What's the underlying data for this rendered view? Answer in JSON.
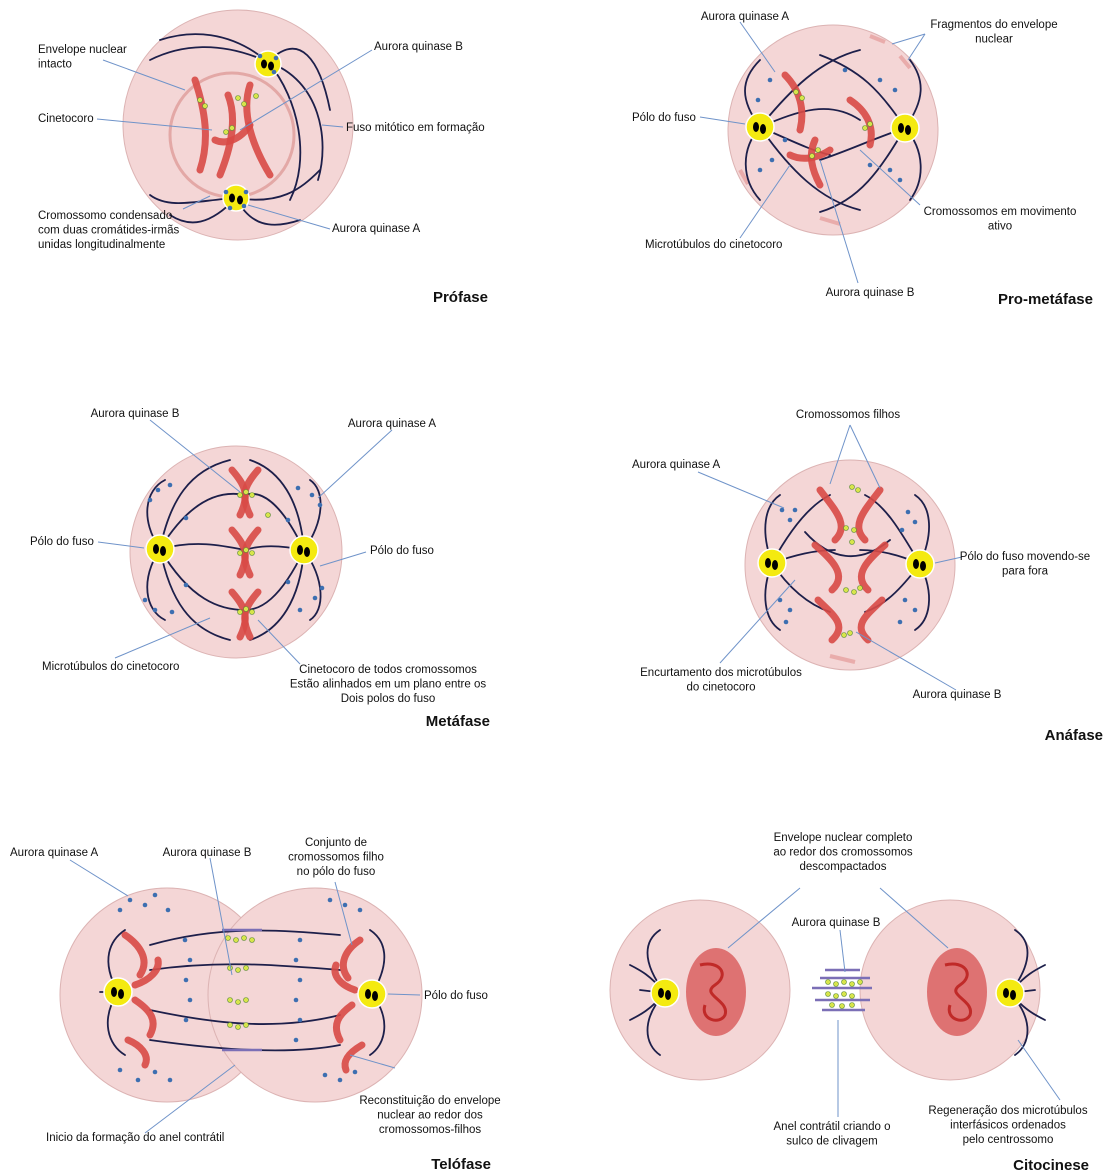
{
  "panels": [
    {
      "id": "profase",
      "title": "Prófase",
      "labels": {
        "envelope": "Envelope nuclear\nintacto",
        "aurora_b": "Aurora quinase B",
        "cinetocoro": "Cinetocoro",
        "fuso": "Fuso mitótico em formação",
        "cromossomo": "Cromossomo condensado\ncom duas cromátides-irmãs\nunidas longitudinalmente",
        "aurora_a": "Aurora quinase A"
      }
    },
    {
      "id": "prometafase",
      "title": "Pro-metáfase",
      "labels": {
        "aurora_a": "Aurora quinase A",
        "fragmentos": "Fragmentos do envelope\nnuclear",
        "polo": "Pólo do fuso",
        "cromossomos": "Cromossomos em movimento\nativo",
        "microtubulos": "Microtúbulos do cinetocoro",
        "aurora_b": "Aurora quinase B"
      }
    },
    {
      "id": "metafase",
      "title": "Metáfase",
      "labels": {
        "aurora_b": "Aurora quinase B",
        "aurora_a": "Aurora quinase A",
        "polo_left": "Pólo do fuso",
        "polo_right": "Pólo do fuso",
        "microtubulos": "Microtúbulos do cinetocoro",
        "cinetocoro": "Cinetocoro de todos cromossomos\nEstão alinhados em um plano entre os\nDois polos do fuso"
      }
    },
    {
      "id": "anafase",
      "title": "Anáfase",
      "labels": {
        "filhos": "Cromossomos filhos",
        "aurora_a": "Aurora quinase A",
        "polo": "Pólo do fuso movendo-se\npara fora",
        "encurtamento": "Encurtamento dos microtúbulos\ndo cinetocoro",
        "aurora_b": "Aurora quinase B"
      }
    },
    {
      "id": "telofase",
      "title": "Telófase",
      "labels": {
        "aurora_a": "Aurora quinase A",
        "aurora_b": "Aurora quinase B",
        "conjunto": "Conjunto de\ncromossomos filho\nno pólo do fuso",
        "polo": "Pólo do fuso",
        "inicio": "Inicio da formação do anel contrátil",
        "reconstituicao": "Reconstituição do envelope\nnuclear ao redor dos\ncromossomos-filhos"
      }
    },
    {
      "id": "citocinese",
      "title": "Citocinese",
      "labels": {
        "envelope": "Envelope nuclear completo\nao redor dos cromossomos\ndescompactados",
        "aurora_b": "Aurora quinase B",
        "anel": "Anel contrátil criando o\nsulco de clivagem",
        "regeneracao": "Regeneração dos microtúbulos\ninterfásicos  ordenados\npelo centrossomo"
      }
    }
  ]
}
